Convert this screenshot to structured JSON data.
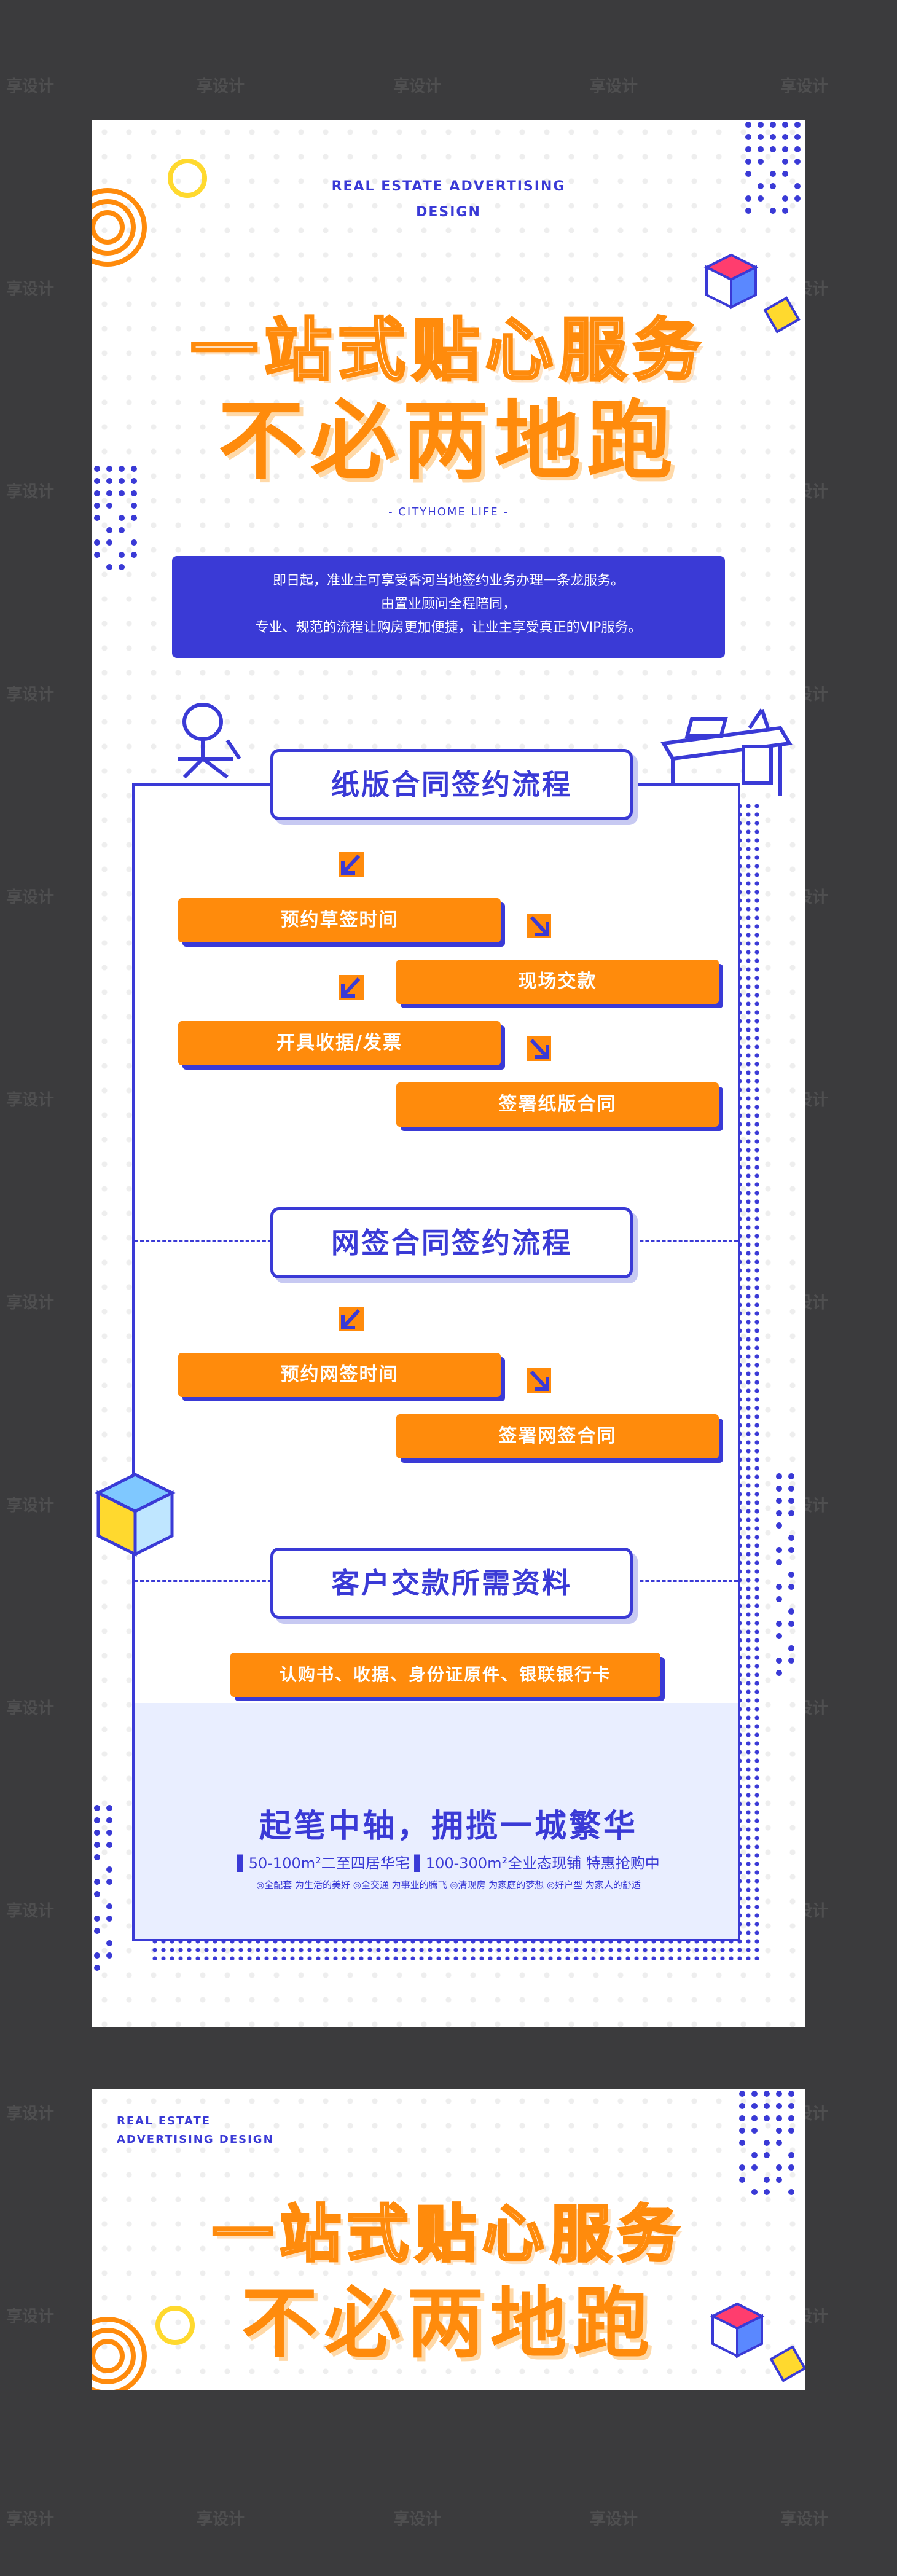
{
  "watermark": "享设计",
  "poster": {
    "header_lines": [
      "REAL ESTATE ADVERTISING",
      "DESIGN"
    ],
    "headline_line1": "一站式贴心服务",
    "headline_line2": "不必两地跑",
    "tagline": "- CITYHOME LIFE -",
    "intro_lines": [
      "即日起，准业主可享受香河当地签约业务办理一条龙服务。",
      "由置业顾问全程陪同，",
      "专业、规范的流程让购房更加便捷，让业主享受真正的VIP服务。"
    ],
    "section1": {
      "title": "纸版合同签约流程",
      "steps": [
        "预约草签时间",
        "现场交款",
        "开具收据/发票",
        "签署纸版合同"
      ]
    },
    "section2": {
      "title": "网签合同签约流程",
      "steps": [
        "预约网签时间",
        "签署网签合同"
      ]
    },
    "section3": {
      "title": "客户交款所需资料",
      "materials": "认购书、收据、身份证原件、银联银行卡"
    },
    "bottom": {
      "title": "起笔中轴，拥揽一城繁华",
      "subtitle": "▌50-100m²二至四居华宅  ▌100-300m²全业态现铺 特惠抢购中",
      "notes": "◎全配套 为生活的美好  ◎全交通 为事业的腾飞  ◎清现房 为家庭的梦想  ◎好户型 为家人的舒适"
    }
  },
  "banner": {
    "header_lines": [
      "REAL ESTATE",
      "ADVERTISING DESIGN"
    ],
    "headline_line1": "一站式贴心服务",
    "headline_line2": "不必两地跑"
  },
  "colors": {
    "orange": "#ff8b0c",
    "blue": "#3a3ad6",
    "background": "#3b3b3d",
    "light_band": "#e9eeff"
  },
  "icons": [
    "concentric-circles-icon",
    "yellow-ring-icon",
    "cube-icon",
    "desk-icon",
    "chair-icon",
    "diagonal-arrow-icon"
  ]
}
